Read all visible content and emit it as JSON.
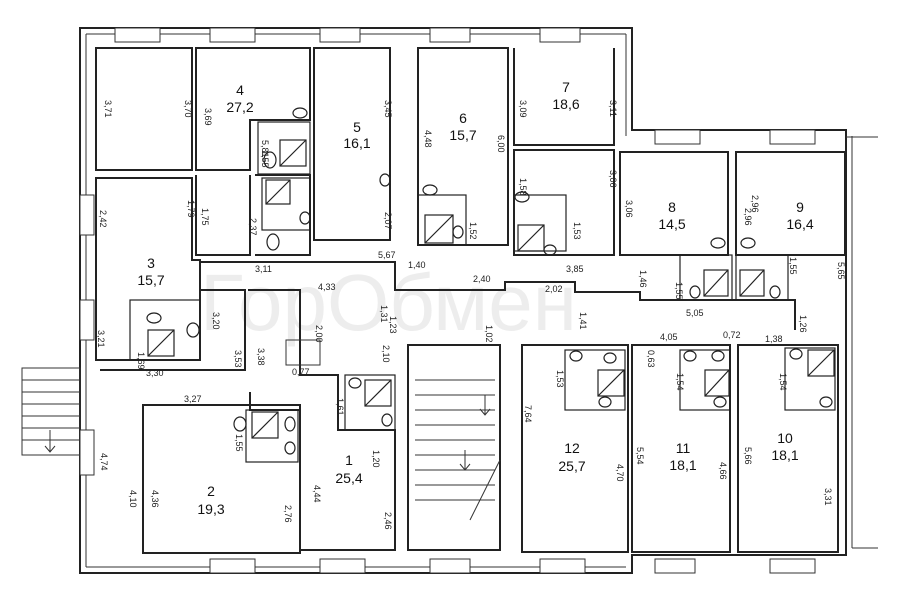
{
  "rooms": [
    {
      "id": "1",
      "area": "25,4"
    },
    {
      "id": "2",
      "area": "19,3"
    },
    {
      "id": "3",
      "area": "15,7"
    },
    {
      "id": "4",
      "area": "27,2"
    },
    {
      "id": "5",
      "area": "16,1"
    },
    {
      "id": "6",
      "area": "15,7"
    },
    {
      "id": "7",
      "area": "18,6"
    },
    {
      "id": "8",
      "area": "14,5"
    },
    {
      "id": "9",
      "area": "16,4"
    },
    {
      "id": "10",
      "area": "18,1"
    },
    {
      "id": "11",
      "area": "18,1"
    },
    {
      "id": "12",
      "area": "25,7"
    }
  ],
  "dims": [
    "3,71",
    "3,70",
    "3,69",
    "3,45",
    "5,81",
    "2,07",
    "2,37",
    "1,55",
    "4,48",
    "6,00",
    "1,52",
    "3,09",
    "3,11",
    "3,06",
    "1,58",
    "1,53",
    "2,42",
    "1,79",
    "1,75",
    "3,11",
    "5,67",
    "1,40",
    "2,40",
    "3,85",
    "3,06",
    "2,96",
    "2,96",
    "5,65",
    "1,46",
    "1,55",
    "1,55",
    "3,21",
    "3,20",
    "1,69",
    "3,30",
    "4,33",
    "1,31",
    "1,23",
    "2,00",
    "3,38",
    "3,53",
    "0,77",
    "2,10",
    "1,61",
    "1,20",
    "2,02",
    "1,41",
    "1,02",
    "5,05",
    "1,26",
    "4,05",
    "0,72",
    "1,38",
    "0,63",
    "1,54",
    "1,54",
    "1,53",
    "3,27",
    "1,55",
    "4,74",
    "4,10",
    "4,36",
    "2,76",
    "4,44",
    "2,46",
    "7,64",
    "4,70",
    "5,54",
    "4,66",
    "5,66",
    "3,31"
  ],
  "watermark": "ГорОбмен"
}
